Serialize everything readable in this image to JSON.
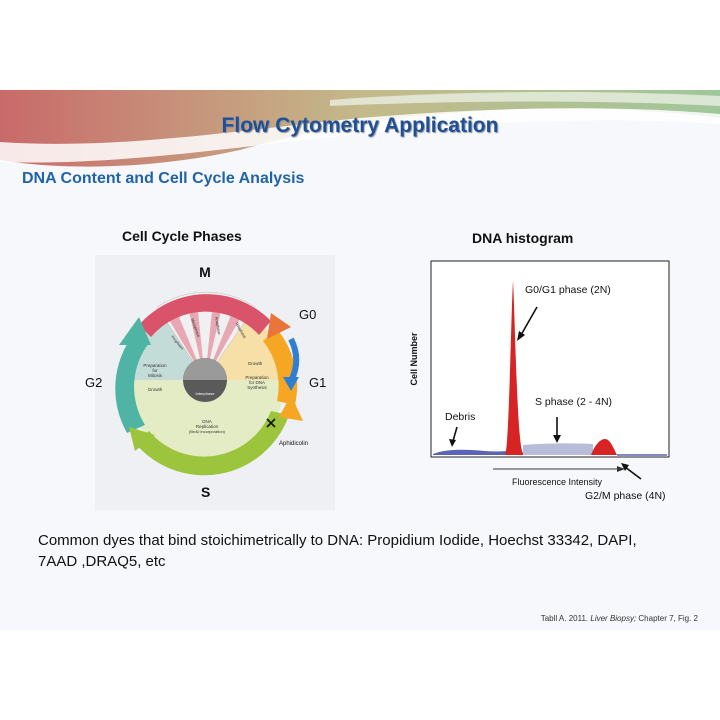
{
  "slide": {
    "title": "Flow Cytometry Application",
    "subtitle": "DNA Content and Cell Cycle Analysis"
  },
  "cell_cycle": {
    "heading": "Cell Cycle Phases",
    "phase_m": "M",
    "phase_g0": "G0",
    "phase_g1": "G1",
    "phase_g2": "G2",
    "phase_s": "S",
    "g2_inner_line1": "Preparation",
    "g2_inner_line2": "for",
    "g2_inner_line3": "Mitosis",
    "g2_inner_growth": "Growth",
    "g1_inner_growth": "Growth",
    "g1_inner_line1": "Preparation",
    "g1_inner_line2": "for DNA",
    "g1_inner_line3": "Synthesis",
    "s_inner_line1": "DNA",
    "s_inner_line2": "Replication",
    "s_inner_line3": "(BrdU incorporation)",
    "interphase": "Interphase",
    "aphidicolin": "Aphidicolin",
    "m_sub_1": "Prophase",
    "m_sub_2": "Metaphase",
    "m_sub_3": "Anaphase",
    "m_sub_4": "Telophase"
  },
  "histogram": {
    "heading": "DNA histogram",
    "ylabel": "Cell Number",
    "xlabel": "Fluorescence Intensity",
    "label_g0g1": "G0/G1 phase (2N)",
    "label_s": "S phase (2 - 4N)",
    "label_debris": "Debris",
    "label_g2m": "G2/M phase (4N)"
  },
  "body_text": "Common dyes that bind stoichimetrically to DNA: Propidium Iodide, Hoechst 33342, DAPI, 7AAD ,DRAQ5, etc",
  "citation": {
    "prefix": "Tabll A. 2011.",
    "italic": "Liver Biopsy;",
    "suffix": "Chapter 7, Fig. 2"
  }
}
